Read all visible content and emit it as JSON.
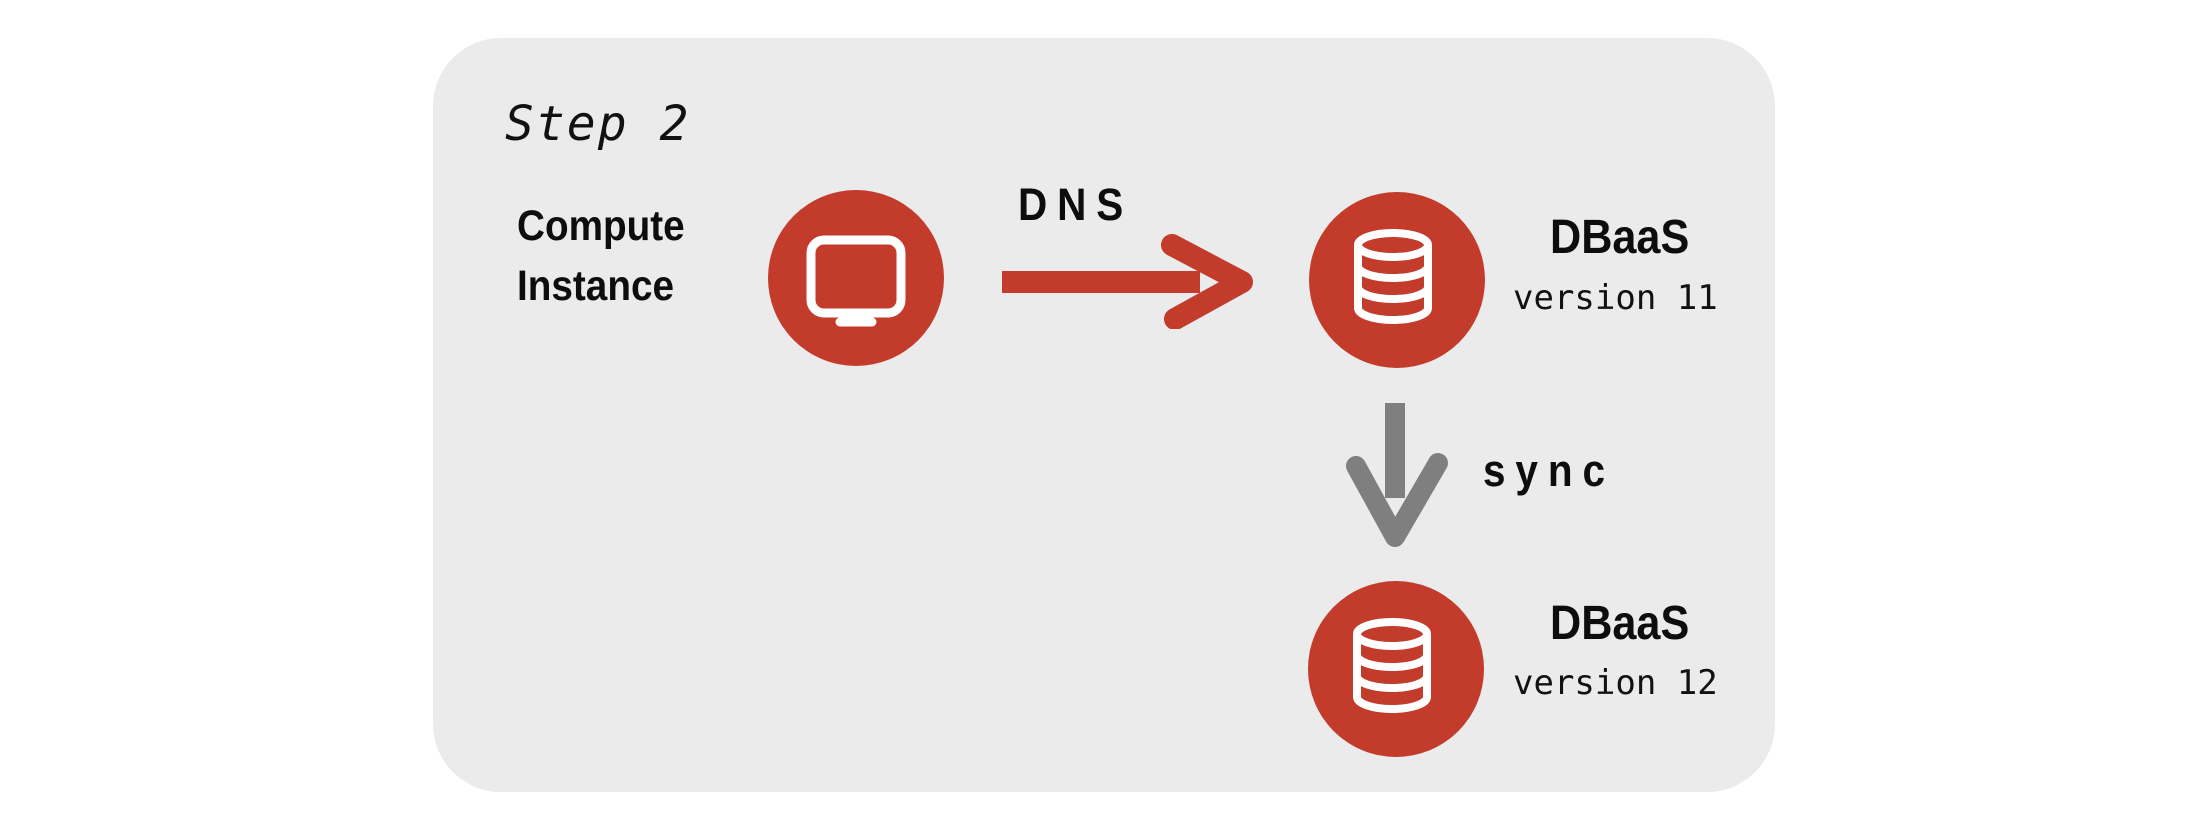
{
  "panel": {
    "title": "Step 2"
  },
  "colors": {
    "accent_red": "#c23b2b",
    "arrow_gray": "#7f7f7f",
    "panel_gray": "#ebebeb",
    "icon_white": "#ffffff",
    "text": "#111111"
  },
  "nodes": {
    "compute": {
      "label_line1": "Compute",
      "label_line2": "Instance",
      "icon": "monitor-icon"
    },
    "dbaas_v11": {
      "title": "DBaaS",
      "subtitle": "version 11",
      "icon": "database-icon"
    },
    "dbaas_v12": {
      "title": "DBaaS",
      "subtitle": "version 12",
      "icon": "database-icon"
    }
  },
  "edges": {
    "dns": {
      "label": "DNS",
      "direction": "right",
      "color": "#c23b2b"
    },
    "sync": {
      "label": "sync",
      "direction": "down",
      "color": "#7f7f7f"
    }
  }
}
